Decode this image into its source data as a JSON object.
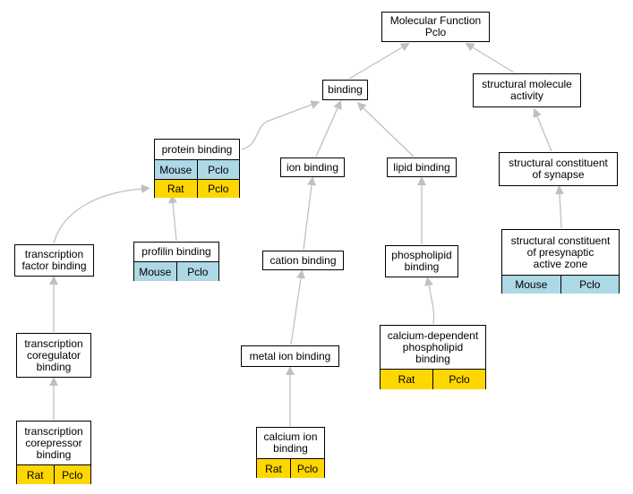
{
  "colors": {
    "mouse_cell": "#add8e6",
    "rat_cell": "#ffd700",
    "edge": "#c0c0c0"
  },
  "nodes": {
    "molecular_function": {
      "label": "Molecular Function\nPclo"
    },
    "binding": {
      "label": "binding"
    },
    "structural_molecule_activity": {
      "label": "structural molecule\nactivity"
    },
    "protein_binding": {
      "label": "protein binding",
      "mouse": [
        "Mouse",
        "Pclo"
      ],
      "rat": [
        "Rat",
        "Pclo"
      ]
    },
    "ion_binding": {
      "label": "ion binding"
    },
    "lipid_binding": {
      "label": "lipid binding"
    },
    "structural_constituent_of_synapse": {
      "label": "structural constituent\nof synapse"
    },
    "transcription_factor_binding": {
      "label": "transcription\nfactor binding"
    },
    "profilin_binding": {
      "label": "profilin binding",
      "mouse": [
        "Mouse",
        "Pclo"
      ]
    },
    "cation_binding": {
      "label": "cation binding"
    },
    "phospholipid_binding": {
      "label": "phospholipid\nbinding"
    },
    "structural_constituent_presynaptic_active_zone": {
      "label": "structural constituent\nof presynaptic\nactive zone",
      "mouse": [
        "Mouse",
        "Pclo"
      ]
    },
    "transcription_coregulator_binding": {
      "label": "transcription\ncoregulator\nbinding"
    },
    "metal_ion_binding": {
      "label": "metal ion binding"
    },
    "calcium_dependent_phospholipid_binding": {
      "label": "calcium-dependent\nphospholipid\nbinding",
      "rat": [
        "Rat",
        "Pclo"
      ]
    },
    "transcription_corepressor_binding": {
      "label": "transcription\ncorepressor\nbinding",
      "rat": [
        "Rat",
        "Pclo"
      ]
    },
    "calcium_ion_binding": {
      "label": "calcium ion\nbinding",
      "rat": [
        "Rat",
        "Pclo"
      ]
    }
  }
}
